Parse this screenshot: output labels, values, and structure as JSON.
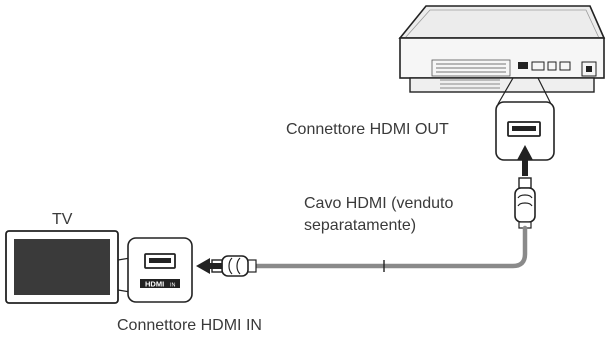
{
  "labels": {
    "tv": "TV",
    "hdmi_out": "Connettore HDMI OUT",
    "cable_line1": "Cavo HDMI (venduto",
    "cable_line2": "separatamente)",
    "hdmi_in": "Connettore HDMI IN"
  },
  "port_marks": {
    "tv_port_logo": "HDMI",
    "tv_port_in": "IN"
  },
  "colors": {
    "cable": "#8a8a8a",
    "outline": "#222222",
    "screen": "#3a3a3a",
    "panel_fill": "#ffffff"
  }
}
